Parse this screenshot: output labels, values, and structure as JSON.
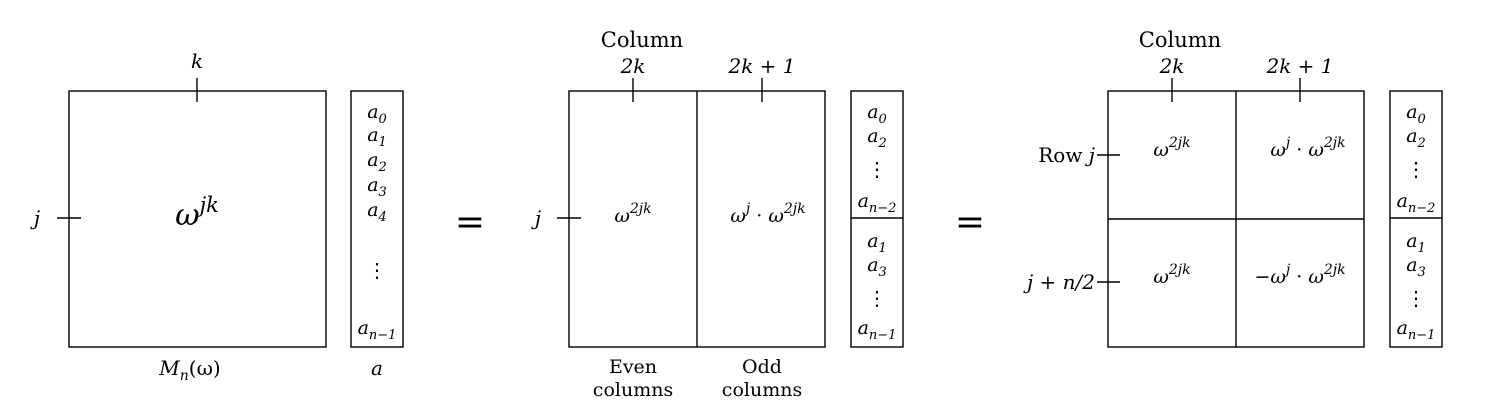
{
  "matrix1": {
    "top_index": "k",
    "row_index": "j",
    "entry": "ω",
    "entry_exp": "jk",
    "caption": "M",
    "caption_sub": "n",
    "caption_arg": "(ω)"
  },
  "vector1": {
    "caption": "a",
    "entries": [
      {
        "base": "a",
        "sub": "0"
      },
      {
        "base": "a",
        "sub": "1"
      },
      {
        "base": "a",
        "sub": "2"
      },
      {
        "base": "a",
        "sub": "3"
      },
      {
        "base": "a",
        "sub": "4"
      },
      {
        "base": "⋮",
        "sub": ""
      },
      {
        "base": "a",
        "sub": "n−1"
      }
    ]
  },
  "equals": "=",
  "matrix2": {
    "column_heading": "Column",
    "col_left": "2k",
    "col_right": "2k + 1",
    "row_index": "j",
    "left_entry": {
      "base": "ω",
      "exp": "2jk"
    },
    "right_entry": {
      "pre": "ω",
      "pre_exp": "j",
      "dot": " · ",
      "base": "ω",
      "exp": "2jk"
    },
    "left_caption": [
      "Even",
      "columns"
    ],
    "right_caption": [
      "Odd",
      "columns"
    ]
  },
  "vector2": {
    "top": [
      {
        "base": "a",
        "sub": "0"
      },
      {
        "base": "a",
        "sub": "2"
      },
      {
        "base": "⋮",
        "sub": ""
      },
      {
        "base": "a",
        "sub": "n−2"
      }
    ],
    "bottom": [
      {
        "base": "a",
        "sub": "1"
      },
      {
        "base": "a",
        "sub": "3"
      },
      {
        "base": "⋮",
        "sub": ""
      },
      {
        "base": "a",
        "sub": "n−1"
      }
    ]
  },
  "matrix3": {
    "column_heading": "Column",
    "col_left": "2k",
    "col_right": "2k + 1",
    "row_top_label": "Row",
    "row_top_index": "j",
    "row_bottom_index": "j + n/2",
    "top_left": {
      "base": "ω",
      "exp": "2jk"
    },
    "top_right": {
      "pre": "ω",
      "pre_exp": "j",
      "dot": " · ",
      "base": "ω",
      "exp": "2jk"
    },
    "bottom_left": {
      "base": "ω",
      "exp": "2jk"
    },
    "bottom_right": {
      "sign": "−",
      "pre": "ω",
      "pre_exp": "j",
      "dot": " · ",
      "base": "ω",
      "exp": "2jk"
    }
  }
}
